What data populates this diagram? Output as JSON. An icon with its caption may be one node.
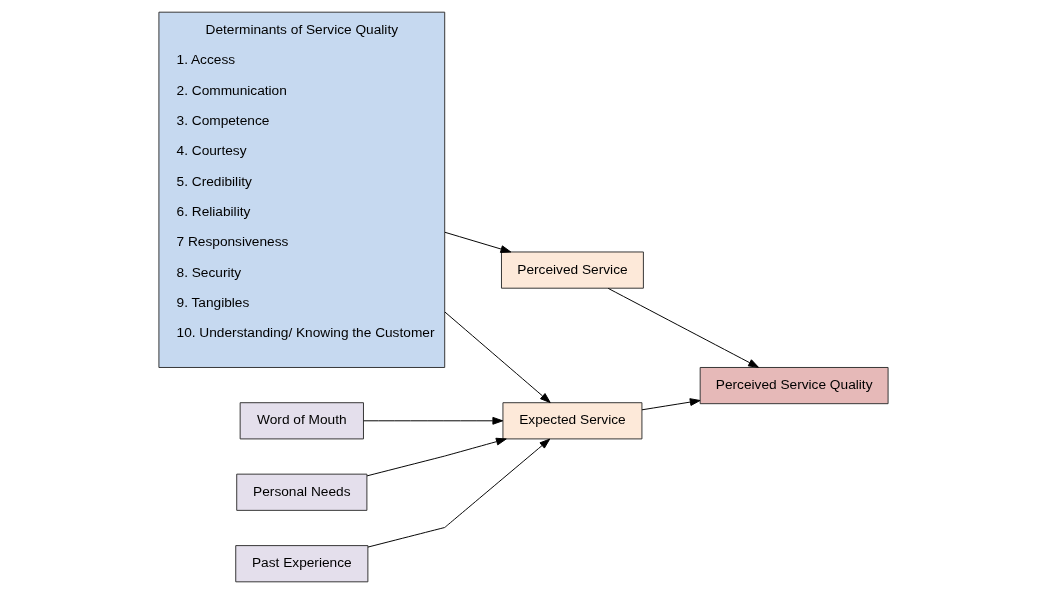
{
  "diagram": {
    "nodes": [
      {
        "text": [
          "Determinants of Service Quality",
          "1. Access",
          "2. Communication",
          "3. Competence",
          "4. Courtesy",
          "5. Credibility",
          "6. Reliability",
          "7 Responsiveness",
          "8. Security",
          "9. Tangibles",
          "10. Understanding/ Knowing the Customer"
        ]
      },
      {
        "text": [
          "Word of Mouth"
        ]
      },
      {
        "text": [
          "Personal Needs"
        ]
      },
      {
        "text": [
          "Past Experience"
        ]
      },
      {
        "text": [
          "Expected Service"
        ]
      },
      {
        "text": [
          "Perceived Service"
        ]
      },
      {
        "text": [
          "Perceived Service Quality"
        ]
      }
    ],
    "edges": [
      {
        "from": 1,
        "to": 4,
        "arrow": "to"
      },
      {
        "from": 2,
        "to": 4,
        "arrow": "to"
      },
      {
        "from": 3,
        "to": 4,
        "arrow": "to"
      },
      {
        "from": 0,
        "to": 4,
        "arrow": "to"
      },
      {
        "from": 0,
        "to": 5,
        "arrow": "to"
      },
      {
        "from": 4,
        "to": 6,
        "arrow": "to"
      },
      {
        "from": 5,
        "to": 6,
        "arrow": "to"
      }
    ]
  }
}
